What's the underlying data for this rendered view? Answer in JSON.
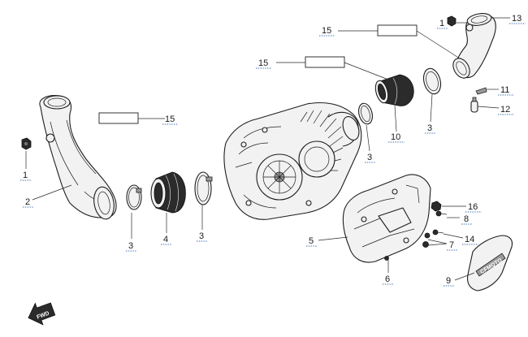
{
  "diagram": {
    "callouts": [
      {
        "id": "c1-left",
        "label": "1"
      },
      {
        "id": "c2",
        "label": "2"
      },
      {
        "id": "c3-a",
        "label": "3"
      },
      {
        "id": "c4",
        "label": "4"
      },
      {
        "id": "c3-b",
        "label": "3"
      },
      {
        "id": "c3-c",
        "label": "3"
      },
      {
        "id": "c10",
        "label": "10"
      },
      {
        "id": "c3-d",
        "label": "3"
      },
      {
        "id": "c15-left",
        "label": "15"
      },
      {
        "id": "c15-mid",
        "label": "15"
      },
      {
        "id": "c15-top",
        "label": "15"
      },
      {
        "id": "c1-top",
        "label": "1"
      },
      {
        "id": "c13",
        "label": "13"
      },
      {
        "id": "c11",
        "label": "11"
      },
      {
        "id": "c12",
        "label": "12"
      },
      {
        "id": "c16",
        "label": "16"
      },
      {
        "id": "c8",
        "label": "8"
      },
      {
        "id": "c14",
        "label": "14"
      },
      {
        "id": "c7",
        "label": "7"
      },
      {
        "id": "c5",
        "label": "5"
      },
      {
        "id": "c6",
        "label": "6"
      },
      {
        "id": "c9",
        "label": "9"
      }
    ],
    "fwd_label": "FWD",
    "brand_label": "CFMOTO"
  }
}
